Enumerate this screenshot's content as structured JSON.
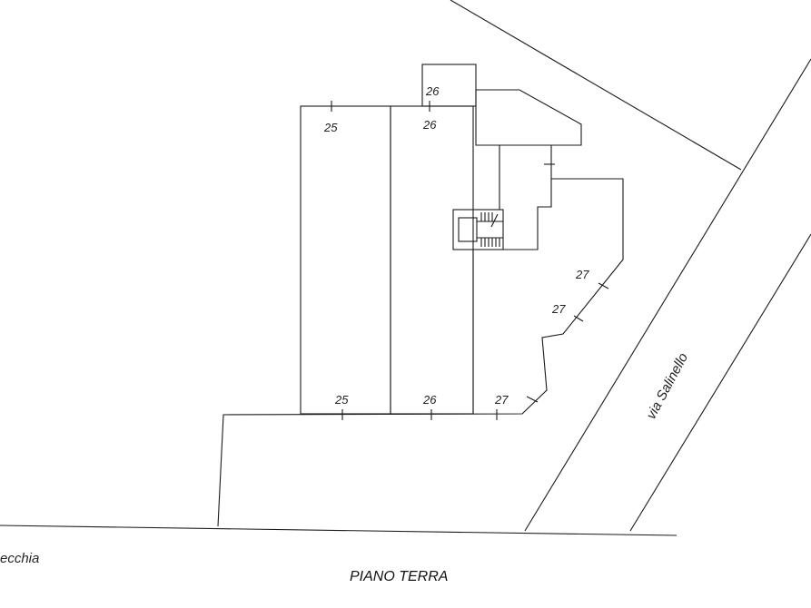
{
  "plan": {
    "title": "PIANO TERRA",
    "streets": {
      "salinello": "via Salinello",
      "lower_left_partial": "ecchia"
    },
    "lot_labels": {
      "top_a": "25",
      "top_b": "26",
      "top_small": "26",
      "bottom_a": "25",
      "bottom_b": "26",
      "bottom_c": "27",
      "right_1": "27",
      "right_2": "27"
    }
  }
}
